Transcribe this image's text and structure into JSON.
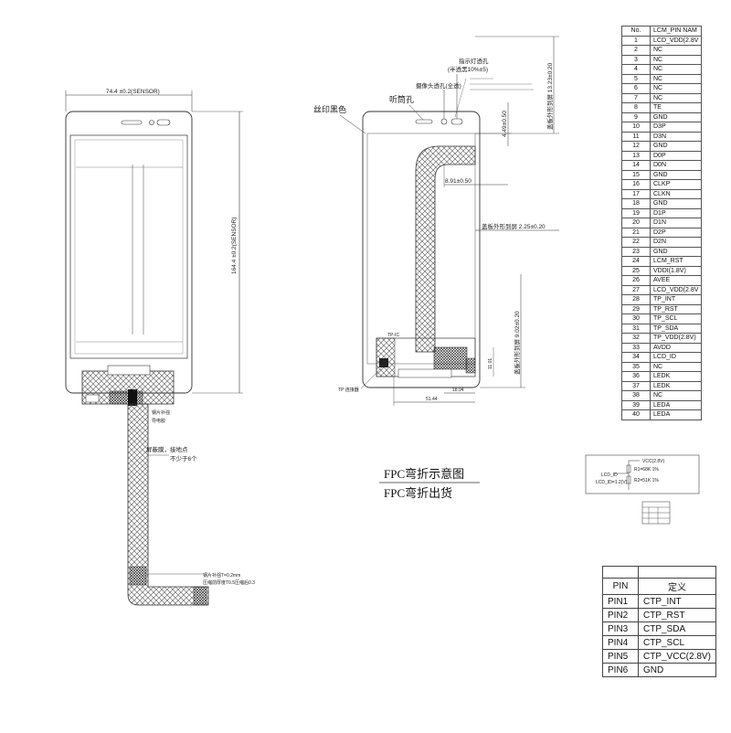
{
  "front_view": {
    "width_dim": "74.4 ±0.2(SENSOR)",
    "height_dim": "164.4 ±0.2(SENSOR)",
    "note_steel": "钢片补强",
    "note_film": "导电胶",
    "note_shield": "屏蔽膜，接地点",
    "note_count": "不少于6个",
    "note_stiffener": "钢片补强T=0.2mm",
    "note_thickness": "压缩前厚度T0.5压缩后0.3"
  },
  "back_view": {
    "label_ink": "丝印黑色",
    "label_earpiece": "听筒孔",
    "label_camera": "摄像头透孔(全透)",
    "label_indicator": "指示灯透孔",
    "label_indicator_sub": "(半透黑10%±5)",
    "dim_top": "盖板外形到屏 13.23±0.20",
    "dim_449": "4.49±0.50",
    "dim_891": "8.91±0.50",
    "dim_side": "盖板外形到屏 2.25±0.20",
    "dim_bottom": "盖板外形到屏 9.02±0.20",
    "label_tpic": "TP-IC",
    "label_connector": "TP 连接器",
    "dim_1894": "18.94",
    "dim_5144": "51.44",
    "dim_1101": "11.01"
  },
  "captions": {
    "bend_diagram": "FPC弯折示意图",
    "bend_ship": "FPC弯折出货"
  },
  "pin_table": {
    "header_no": "No.",
    "header_name": "LCM_PIN NAM",
    "rows": [
      {
        "no": "1",
        "name": "LCD_VDD(2.8V"
      },
      {
        "no": "2",
        "name": "NC"
      },
      {
        "no": "3",
        "name": "NC"
      },
      {
        "no": "4",
        "name": "NC"
      },
      {
        "no": "5",
        "name": "NC"
      },
      {
        "no": "6",
        "name": "NC"
      },
      {
        "no": "7",
        "name": "NC"
      },
      {
        "no": "8",
        "name": "TE"
      },
      {
        "no": "9",
        "name": "GND"
      },
      {
        "no": "10",
        "name": "D3P"
      },
      {
        "no": "11",
        "name": "D3N"
      },
      {
        "no": "12",
        "name": "GND"
      },
      {
        "no": "13",
        "name": "D0P"
      },
      {
        "no": "14",
        "name": "D0N"
      },
      {
        "no": "15",
        "name": "GND"
      },
      {
        "no": "16",
        "name": "CLKP"
      },
      {
        "no": "17",
        "name": "CLKN"
      },
      {
        "no": "18",
        "name": "GND"
      },
      {
        "no": "19",
        "name": "D1P"
      },
      {
        "no": "20",
        "name": "D1N"
      },
      {
        "no": "21",
        "name": "D2P"
      },
      {
        "no": "22",
        "name": "D2N"
      },
      {
        "no": "23",
        "name": "GND"
      },
      {
        "no": "24",
        "name": "LCM_RST"
      },
      {
        "no": "25",
        "name": "VDDI(1.8V)"
      },
      {
        "no": "26",
        "name": "AVEE"
      },
      {
        "no": "27",
        "name": "LCD_VDD(2.8V"
      },
      {
        "no": "28",
        "name": "TP_INT"
      },
      {
        "no": "29",
        "name": "TP_RST"
      },
      {
        "no": "30",
        "name": "TP_SCL"
      },
      {
        "no": "31",
        "name": "TP_SDA"
      },
      {
        "no": "32",
        "name": "TP_VDD(2.8V)"
      },
      {
        "no": "33",
        "name": "AVDD"
      },
      {
        "no": "34",
        "name": "LCD_ID"
      },
      {
        "no": "35",
        "name": "NC"
      },
      {
        "no": "36",
        "name": "LEDK"
      },
      {
        "no": "37",
        "name": "LEDK"
      },
      {
        "no": "38",
        "name": "NC"
      },
      {
        "no": "39",
        "name": "LEDA"
      },
      {
        "no": "40",
        "name": "LEDA"
      }
    ]
  },
  "schematic": {
    "vcc": "VCC(2.8V)",
    "r1": "R1=68K 1%",
    "r2": "R2=51K 1%",
    "lcd_id": "LCD_ID",
    "lcd_id_v": "LCD_ID=1.2(V)"
  },
  "tp_table": {
    "header_pin": "PIN",
    "header_def": "定义",
    "rows": [
      {
        "pin": "PIN1",
        "def": "CTP_INT"
      },
      {
        "pin": "PIN2",
        "def": "CTP_RST"
      },
      {
        "pin": "PIN3",
        "def": "CTP_SDA"
      },
      {
        "pin": "PIN4",
        "def": "CTP_SCL"
      },
      {
        "pin": "PIN5",
        "def": "CTP_VCC(2.8V)"
      },
      {
        "pin": "PIN6",
        "def": "GND"
      }
    ]
  }
}
